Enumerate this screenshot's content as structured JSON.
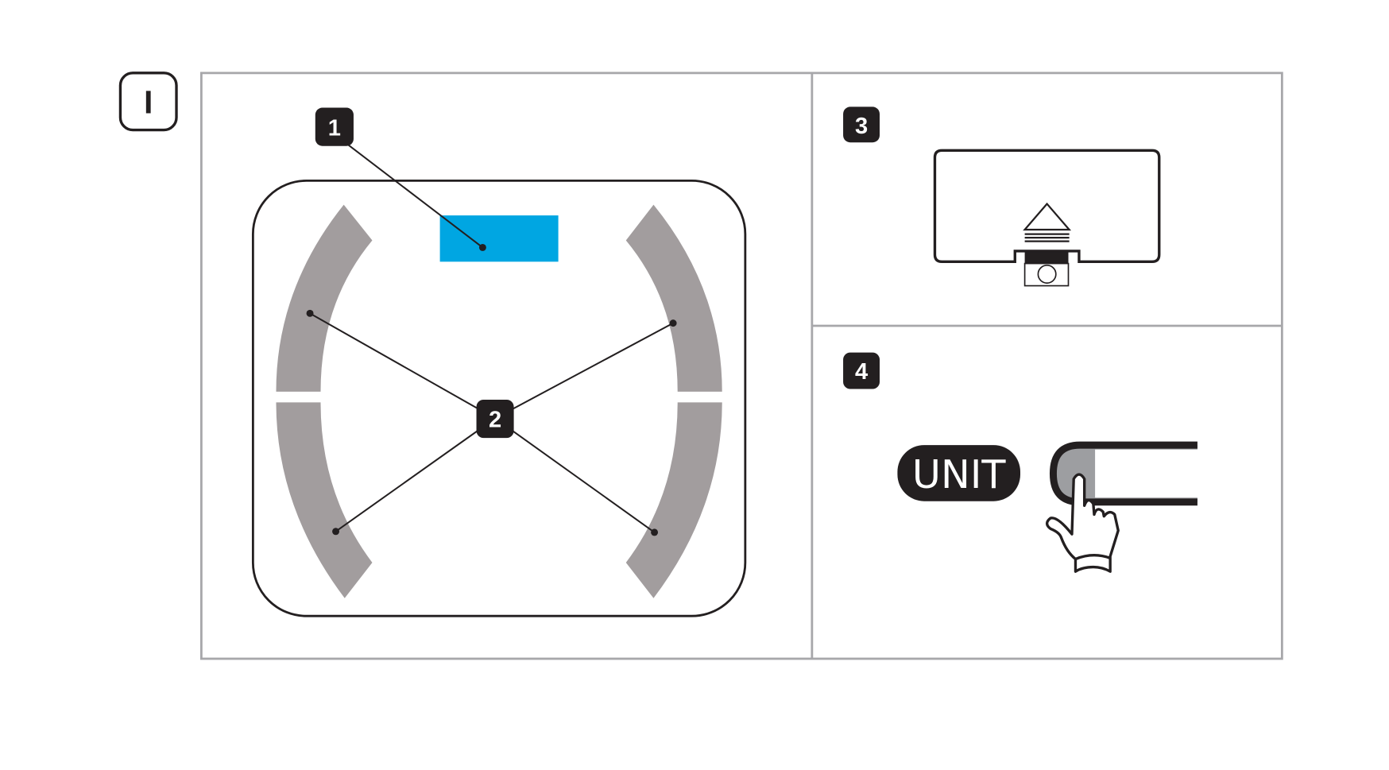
{
  "section_label": "I",
  "callouts": {
    "display": "1",
    "electrodes": "2",
    "battery": "3",
    "unit_button": "4"
  },
  "unit_button": {
    "label": "UNIT"
  },
  "colors": {
    "display": "#00a6e2",
    "electrode": "#a29d9e",
    "frame": "#a7a7aa",
    "ink": "#231f20",
    "button_fill": "#9d9ea1"
  }
}
